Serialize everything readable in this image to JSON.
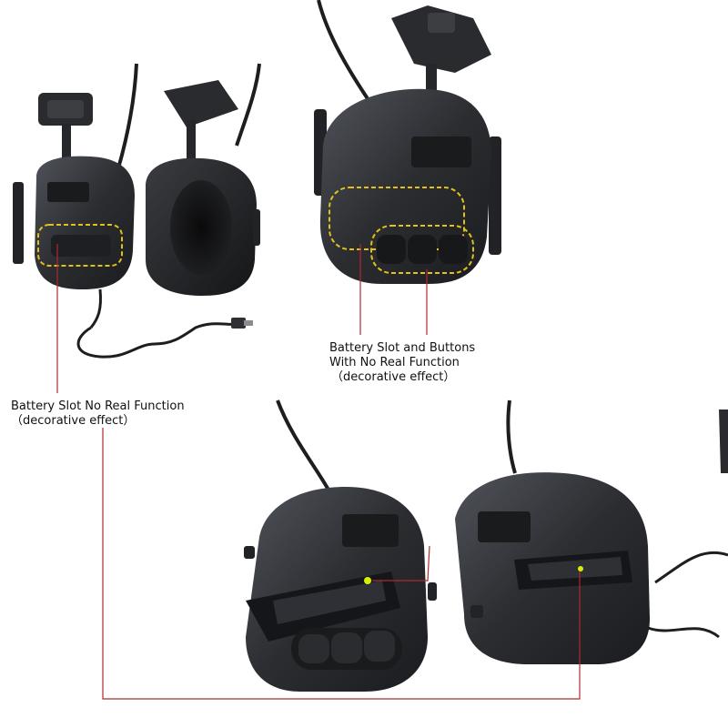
{
  "annotations": {
    "left_label": {
      "line1": "Battery Slot  No Real Function",
      "line2": "（decorative effect）"
    },
    "right_label": {
      "line1": "Battery Slot and Buttons",
      "line2": "With No Real Function",
      "line3": "（decorative effect）"
    }
  },
  "colors": {
    "background": "#ffffff",
    "earcup": "#2b2d31",
    "earcup_highlight": "#4a4d53",
    "callout_line": "#b0282e",
    "dashed_outline": "#e2c21a",
    "indicator_dot": "#d8f000"
  }
}
